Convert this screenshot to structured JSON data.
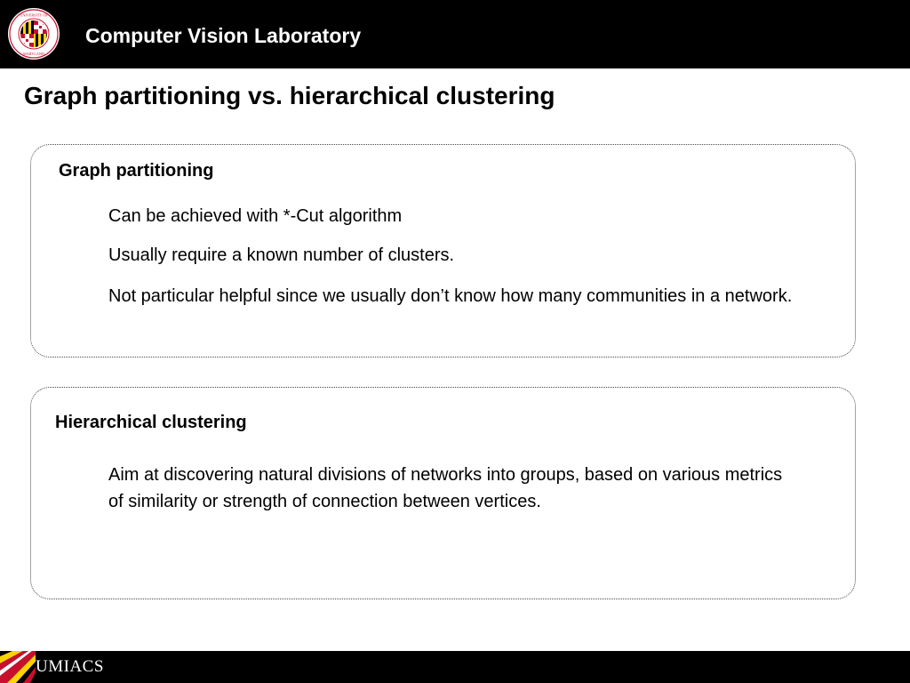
{
  "header": {
    "lab_title": "Computer Vision Laboratory",
    "seal_text": "UNIVERSITY OF MARYLAND"
  },
  "slide": {
    "title": "Graph partitioning vs. hierarchical clustering"
  },
  "sections": [
    {
      "heading": "Graph partitioning",
      "bullets": [
        "Can be achieved with *-Cut algorithm",
        "Usually require a known number of clusters.",
        "Not particular helpful since we usually don’t know how many communities in a network."
      ]
    },
    {
      "heading": "Hierarchical clustering",
      "bullets": [
        "Aim at discovering natural divisions of networks into groups, based on various metrics of similarity or strength of connection between vertices."
      ]
    }
  ],
  "footer": {
    "logo_text": "UMIACS"
  },
  "colors": {
    "bar": "#000000",
    "text": "#000000",
    "header_text": "#ffffff",
    "maryland_red": "#c8102e",
    "maryland_gold": "#ffd200"
  }
}
